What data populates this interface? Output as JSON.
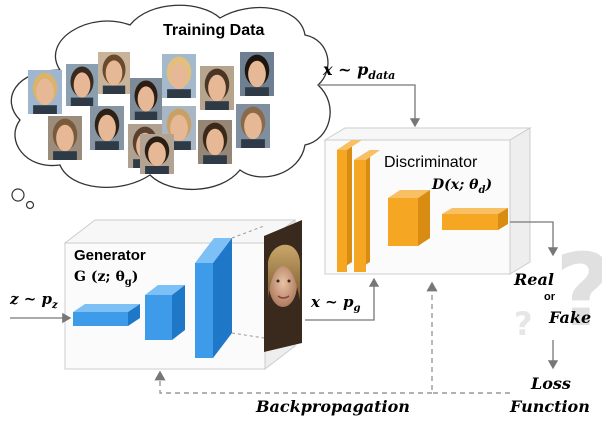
{
  "training": {
    "title": "Training Data",
    "face_count": 14
  },
  "labels": {
    "x_data": "x ~ p",
    "x_data_sub": "data",
    "discriminator_title": "Discriminator",
    "discriminator_fn": "D(x; θ",
    "discriminator_fn_sub": "d",
    "discriminator_fn_close": ")",
    "generator_title": "Generator",
    "generator_fn": "G (z; θ",
    "generator_fn_sub": "g",
    "generator_fn_close": ")",
    "z_input": "z ~ p",
    "z_input_sub": "z",
    "x_gen": "x ~ p",
    "x_gen_sub": "g",
    "real": "Real",
    "or": "or",
    "fake": "Fake",
    "loss": "Loss",
    "function": "Function",
    "backprop": "Backpropagation"
  },
  "colors": {
    "discriminator_block": "#f5a623",
    "generator_block": "#3d9be9",
    "arrow": "#777777",
    "box_border": "#cccccc"
  },
  "icons": {
    "question": "question-mark-icon",
    "face": "face-photo-icon"
  }
}
